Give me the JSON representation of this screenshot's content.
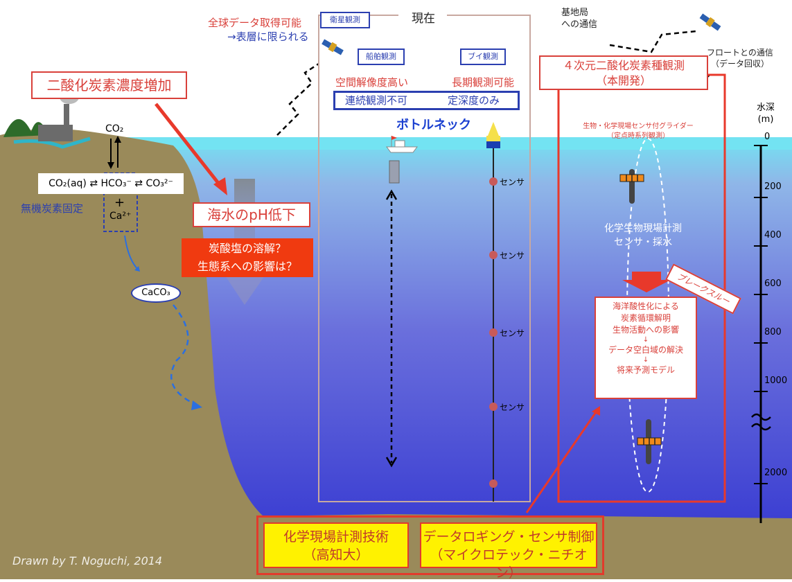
{
  "atmosphere": {
    "co2_increase": "二酸化炭素濃度増加",
    "co2_label": "CO₂",
    "global_data": "全球データ取得可能",
    "surface_only": "→表層に限られる",
    "satellite_obs": "衛星観測",
    "base_station_1": "基地局",
    "base_station_2": "への通信",
    "float_comm_1": "フロートとの通信",
    "float_comm_2": "（データ回収）"
  },
  "chemistry": {
    "equation": "CO₂(aq) ⇄ HCO₃⁻ ⇄ CO₃²⁻",
    "plus": "+",
    "ca": "Ca²⁺",
    "inorganic_fixation": "無機炭素固定",
    "caco3": "CaCO₃"
  },
  "ocean": {
    "ph_drop": "海水のpH低下",
    "dissolution_1": "炭酸塩の溶解？",
    "dissolution_2": "生態系への影響は？"
  },
  "present": {
    "title": "現在",
    "ship_obs": "船舶観測",
    "buoy_obs": "ブイ観測",
    "ship_merit": "空間解像度高い",
    "buoy_merit": "長期観測可能",
    "ship_limit": "連続観測不可",
    "buoy_limit": "定深度のみ",
    "bottleneck": "ボトルネック",
    "sensor": "センサ"
  },
  "development": {
    "title_1": "４次元二酸化炭素種観測",
    "title_2": "（本開発）",
    "glider_1": "生物・化学現場センサ付グライダー",
    "glider_2": "（定点時系列観測）",
    "measure_1": "化学生物現場計測",
    "measure_2": "センサ・採水",
    "breakthrough": "ブレークスルー",
    "result_1": "海洋酸性化による",
    "result_2": "炭素循環解明",
    "result_3": "生物活動への影響",
    "arrow": "↓",
    "result_4": "データ空白域の解決",
    "result_5": "将来予測モデル"
  },
  "depth": {
    "title_1": "水深",
    "title_2": "(m)",
    "labels": [
      "0",
      "200",
      "400",
      "600",
      "800",
      "1000",
      "2000"
    ]
  },
  "bottom": {
    "tech_1": "化学現場計測技術",
    "tech_2": "（高知大）",
    "logging_1": "データロギング・センサ制御",
    "logging_2": "（マイクロテック・ニチオン）"
  },
  "credit": "Drawn by T. Noguchi, 2014",
  "colors": {
    "sky": "#ffffff",
    "sea_top": "#73e3f2",
    "sea_bottom": "#3b3ed2",
    "seabed": "#9a8a5a",
    "red": "#d9403a",
    "blue": "#2b3fb0",
    "yellow": "#fff200"
  }
}
